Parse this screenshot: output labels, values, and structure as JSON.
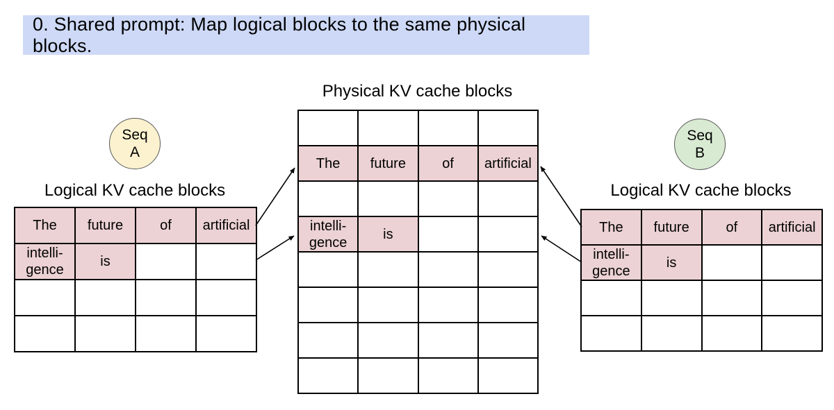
{
  "banner": {
    "text": "0. Shared prompt: Map logical blocks to the same physical blocks."
  },
  "colors": {
    "banner_bg": "#cdd9f6",
    "highlight_pink": "#ecd2d4",
    "seq_a_fill": "#fcf2cf",
    "seq_b_fill": "#d9ead3",
    "table_border": "#000000",
    "circle_border": "#595959"
  },
  "seq_a": {
    "line1": "Seq",
    "line2": "A"
  },
  "seq_b": {
    "line1": "Seq",
    "line2": "B"
  },
  "left_block": {
    "title": "Logical KV cache blocks",
    "table": {
      "rows": [
        [
          {
            "text": "The",
            "filled": true
          },
          {
            "text": "future",
            "filled": true
          },
          {
            "text": "of",
            "filled": true
          },
          {
            "text": "artificial",
            "filled": true
          }
        ],
        [
          {
            "text": "intelli-\ngence",
            "filled": true
          },
          {
            "text": "is",
            "filled": true
          },
          {
            "text": "",
            "filled": false
          },
          {
            "text": "",
            "filled": false
          }
        ],
        [
          {
            "text": "",
            "filled": false
          },
          {
            "text": "",
            "filled": false
          },
          {
            "text": "",
            "filled": false
          },
          {
            "text": "",
            "filled": false
          }
        ],
        [
          {
            "text": "",
            "filled": false
          },
          {
            "text": "",
            "filled": false
          },
          {
            "text": "",
            "filled": false
          },
          {
            "text": "",
            "filled": false
          }
        ]
      ]
    }
  },
  "physical_block": {
    "title": "Physical KV cache blocks",
    "table": {
      "rows": [
        [
          {
            "text": "",
            "filled": false
          },
          {
            "text": "",
            "filled": false
          },
          {
            "text": "",
            "filled": false
          },
          {
            "text": "",
            "filled": false
          }
        ],
        [
          {
            "text": "The",
            "filled": true
          },
          {
            "text": "future",
            "filled": true
          },
          {
            "text": "of",
            "filled": true
          },
          {
            "text": "artificial",
            "filled": true
          }
        ],
        [
          {
            "text": "",
            "filled": false
          },
          {
            "text": "",
            "filled": false
          },
          {
            "text": "",
            "filled": false
          },
          {
            "text": "",
            "filled": false
          }
        ],
        [
          {
            "text": "intelli-\ngence",
            "filled": true
          },
          {
            "text": "is",
            "filled": true
          },
          {
            "text": "",
            "filled": false
          },
          {
            "text": "",
            "filled": false
          }
        ],
        [
          {
            "text": "",
            "filled": false
          },
          {
            "text": "",
            "filled": false
          },
          {
            "text": "",
            "filled": false
          },
          {
            "text": "",
            "filled": false
          }
        ],
        [
          {
            "text": "",
            "filled": false
          },
          {
            "text": "",
            "filled": false
          },
          {
            "text": "",
            "filled": false
          },
          {
            "text": "",
            "filled": false
          }
        ],
        [
          {
            "text": "",
            "filled": false
          },
          {
            "text": "",
            "filled": false
          },
          {
            "text": "",
            "filled": false
          },
          {
            "text": "",
            "filled": false
          }
        ],
        [
          {
            "text": "",
            "filled": false
          },
          {
            "text": "",
            "filled": false
          },
          {
            "text": "",
            "filled": false
          },
          {
            "text": "",
            "filled": false
          }
        ]
      ]
    }
  },
  "right_block": {
    "title": "Logical KV cache blocks",
    "table": {
      "rows": [
        [
          {
            "text": "The",
            "filled": true
          },
          {
            "text": "future",
            "filled": true
          },
          {
            "text": "of",
            "filled": true
          },
          {
            "text": "artificial",
            "filled": true
          }
        ],
        [
          {
            "text": "intelli-\ngence",
            "filled": true
          },
          {
            "text": "is",
            "filled": true
          },
          {
            "text": "",
            "filled": false
          },
          {
            "text": "",
            "filled": false
          }
        ],
        [
          {
            "text": "",
            "filled": false
          },
          {
            "text": "",
            "filled": false
          },
          {
            "text": "",
            "filled": false
          },
          {
            "text": "",
            "filled": false
          }
        ],
        [
          {
            "text": "",
            "filled": false
          },
          {
            "text": "",
            "filled": false
          },
          {
            "text": "",
            "filled": false
          },
          {
            "text": "",
            "filled": false
          }
        ]
      ]
    }
  },
  "arrows": [
    {
      "from": "seq-a-logical-block-0",
      "to": "physical-block-1"
    },
    {
      "from": "seq-a-logical-block-1",
      "to": "physical-block-3"
    },
    {
      "from": "seq-b-logical-block-0",
      "to": "physical-block-1"
    },
    {
      "from": "seq-b-logical-block-1",
      "to": "physical-block-3"
    }
  ]
}
